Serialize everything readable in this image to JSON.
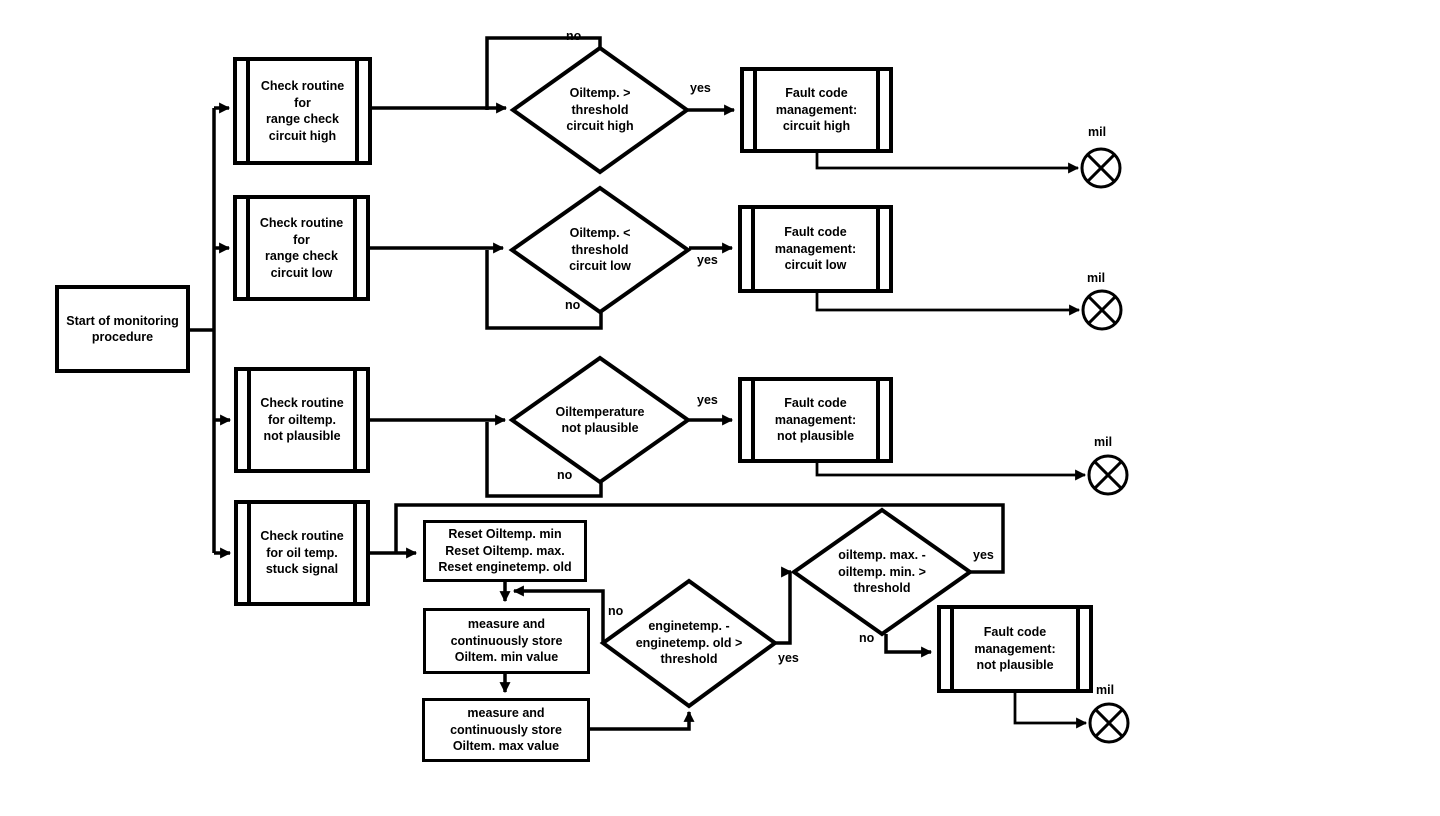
{
  "diagram": {
    "kind": "flowchart",
    "colors": {
      "line": "#000000",
      "background": "#ffffff",
      "text": "#000000"
    }
  },
  "start": {
    "label": "Start of monitoring\nprocedure"
  },
  "check_routines": [
    {
      "label": "Check routine\nfor\nrange check\ncircuit high"
    },
    {
      "label": "Check routine\nfor\nrange check\ncircuit low"
    },
    {
      "label": "Check routine\nfor oiltemp.\nnot plausible"
    },
    {
      "label": "Check routine\nfor oil temp.\nstuck signal"
    }
  ],
  "decisions": [
    {
      "label": "Oiltemp. >\nthreshold\ncircuit high"
    },
    {
      "label": "Oiltemp. <\nthreshold\ncircuit low"
    },
    {
      "label": "Oiltemperature\nnot plausible"
    },
    {
      "label": "enginetemp. -\nenginetemp. old >\nthreshold"
    },
    {
      "label": "oiltemp. max. -\noiltemp. min. >\nthreshold"
    }
  ],
  "fault_boxes": [
    {
      "label": "Fault code\nmanagement:\ncircuit high"
    },
    {
      "label": "Fault code\nmanagement:\ncircuit low"
    },
    {
      "label": "Fault code\nmanagement:\nnot plausible"
    },
    {
      "label": "Fault code\nmanagement:\nnot plausible"
    }
  ],
  "process_boxes": [
    {
      "label": "Reset Oiltemp. min\nReset Oiltemp. max.\nReset enginetemp. old"
    },
    {
      "label": "measure and\ncontinuously store\nOiltem. min value"
    },
    {
      "label": "measure and\ncontinuously store\nOiltem. max value"
    }
  ],
  "edge_labels": {
    "yes": "yes",
    "no": "no",
    "mil": "mil"
  }
}
